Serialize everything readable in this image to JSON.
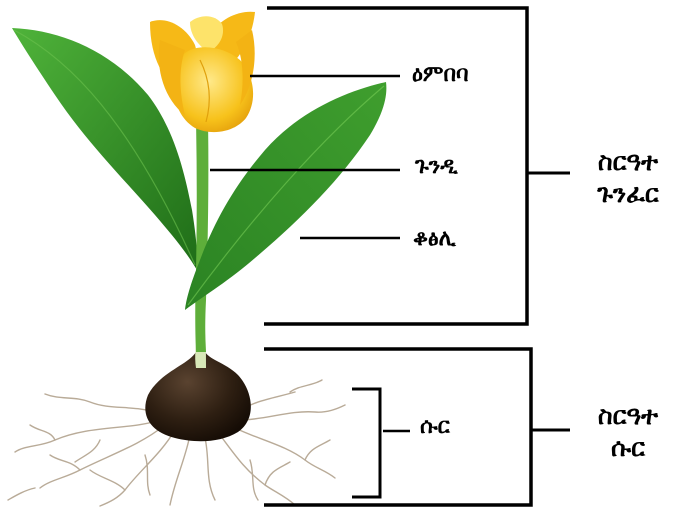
{
  "labels": {
    "flower": "ዕምበባ",
    "stem": "ጉንዲ",
    "leaf": "ቆፅሊ",
    "root": "ሱር"
  },
  "systems": {
    "shoot": {
      "line1": "ስርዓተ",
      "line2": "ጉንፈር"
    },
    "root": {
      "line1": "ስርዓተ",
      "line2": "ሱር"
    }
  },
  "colors": {
    "petal": "#f7c21b",
    "petal_light": "#fde36a",
    "leaf": "#3a9a2c",
    "leaf_dark": "#22701c",
    "stem": "#5eae3a",
    "bulb": "#2e1f12",
    "root": "#b9ab98",
    "line": "#000000"
  }
}
